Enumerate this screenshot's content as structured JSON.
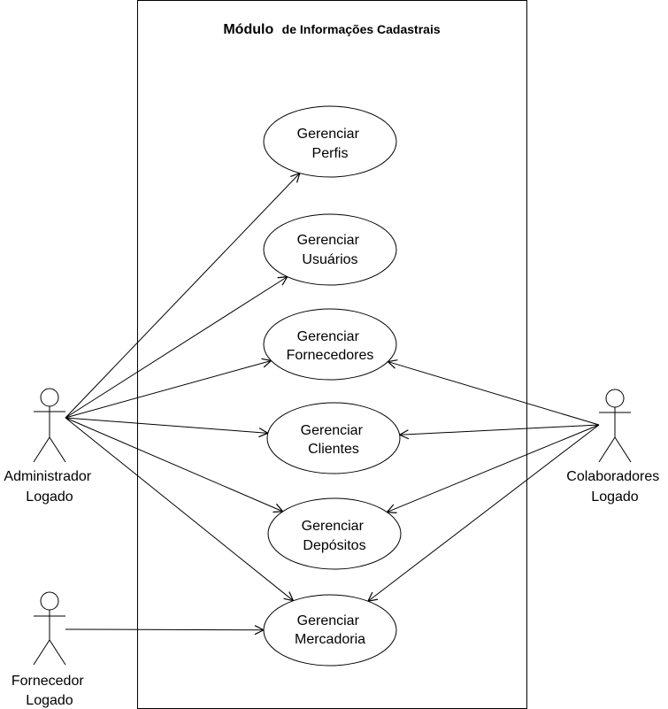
{
  "system": {
    "title_main": "Módulo",
    "title_sub": "de Informações Cadastrais"
  },
  "use_cases": [
    {
      "id": "perfis",
      "line1": "Gerenciar",
      "line2": "Perfis"
    },
    {
      "id": "usuarios",
      "line1": "Gerenciar",
      "line2": "Usuários"
    },
    {
      "id": "fornecedores",
      "line1": "Gerenciar",
      "line2": "Fornecedores"
    },
    {
      "id": "clientes",
      "line1": "Gerenciar",
      "line2": "Clientes"
    },
    {
      "id": "depositos",
      "line1": "Gerenciar",
      "line2": "Depósitos"
    },
    {
      "id": "mercadoria",
      "line1": "Gerenciar",
      "line2": "Mercadoria"
    }
  ],
  "actors": [
    {
      "id": "admin",
      "line1": "Administrador",
      "line2": "Logado"
    },
    {
      "id": "fornecedor",
      "line1": "Fornecedor",
      "line2": "Logado"
    },
    {
      "id": "colab",
      "line1": "Colaboradores",
      "line2": "Logado"
    }
  ],
  "associations": [
    {
      "from": "admin",
      "to": "perfis"
    },
    {
      "from": "admin",
      "to": "usuarios"
    },
    {
      "from": "admin",
      "to": "fornecedores"
    },
    {
      "from": "admin",
      "to": "clientes"
    },
    {
      "from": "admin",
      "to": "depositos"
    },
    {
      "from": "admin",
      "to": "mercadoria"
    },
    {
      "from": "fornecedor",
      "to": "mercadoria"
    },
    {
      "from": "colab",
      "to": "fornecedores"
    },
    {
      "from": "colab",
      "to": "clientes"
    },
    {
      "from": "colab",
      "to": "depositos"
    },
    {
      "from": "colab",
      "to": "mercadoria"
    }
  ]
}
